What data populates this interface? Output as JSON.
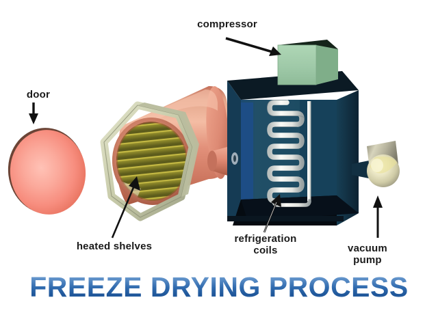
{
  "slide": {
    "background_color": "#ffffff",
    "title": "FREEZE DRYING PROCESS",
    "title_color": "#2e69ad",
    "title_has_reflection": true
  },
  "labels": {
    "door": "door",
    "compressor": "compressor",
    "heated_shelves": "heated shelves",
    "refrigeration_coils": "refrigeration\ncoils",
    "vacuum_pump": "vacuum\npump"
  },
  "diagram": {
    "type": "freeze-dryer-cutaway-illustration",
    "parts": [
      {
        "name": "door",
        "shape": "circular-disc",
        "color": "#f4897f",
        "highlight_color": "#fbb7ae",
        "rim_color": "#6b4436"
      },
      {
        "name": "drying-chamber",
        "shape": "horizontal-cylinder",
        "color": "#e08a74",
        "highlight_color": "#f2ac93",
        "shadow_color": "#b5614c"
      },
      {
        "name": "hexagonal-flange",
        "shape": "hexagon-ring",
        "color": "#cfd2b4",
        "edge_color": "#9a9d80"
      },
      {
        "name": "heated-shelves",
        "shape": "horizontal-stacked-plates",
        "count": 10,
        "color": "#6b6b22",
        "edge_color": "#cfc249"
      },
      {
        "name": "condenser-cabinet",
        "shape": "open-box",
        "front_color": "#1d4c63",
        "side_color": "#12334a",
        "top_color": "#0b1a24",
        "floor_color": "#060d13"
      },
      {
        "name": "refrigeration-coils",
        "shape": "serpentine-tube",
        "loops": 9,
        "color": "#f2f2ee",
        "outline_color": "#8e9a9e"
      },
      {
        "name": "riser-pipe",
        "shape": "vertical-tube",
        "color": "#f2f2ee"
      },
      {
        "name": "compressor",
        "shape": "cube",
        "front_color": "#9fc9a8",
        "side_color": "#7fae89",
        "top_color": "#15241a"
      },
      {
        "name": "vacuum-pump",
        "shape": "cylinder",
        "body_color": "#d8d4b4",
        "metal_color": "#b0ae9a",
        "highlight_color": "#f3efcd"
      },
      {
        "name": "connecting-duct",
        "shape": "short-tube",
        "color": "#dd8a74"
      }
    ],
    "arrows": [
      {
        "name": "door-arrow",
        "direction": "down",
        "target": "door"
      },
      {
        "name": "compressor-arrow",
        "direction": "down-right",
        "target": "compressor"
      },
      {
        "name": "heated-shelves-arrow",
        "direction": "up-right",
        "target": "heated-shelves"
      },
      {
        "name": "refrigeration-coils-arrow",
        "direction": "up-right",
        "target": "refrigeration-coils"
      },
      {
        "name": "vacuum-pump-arrow",
        "direction": "up",
        "target": "vacuum-pump"
      }
    ]
  }
}
